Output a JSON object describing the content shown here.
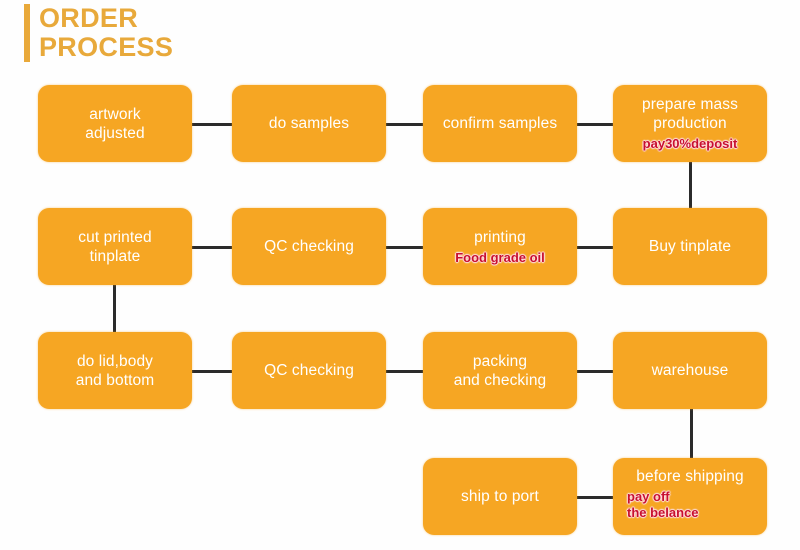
{
  "title": {
    "line1": "ORDER",
    "line2": "PROCESS"
  },
  "colors": {
    "box": "#f6a623",
    "box_text": "#ffffff",
    "note_text": "#c8102e",
    "title": "#e8a93b",
    "connector": "#2b2b2b",
    "background": "#ffffff"
  },
  "nodes": [
    {
      "id": "artwork-adjusted",
      "label": "artwork\nadjusted",
      "note": ""
    },
    {
      "id": "do-samples",
      "label": "do samples",
      "note": ""
    },
    {
      "id": "confirm-samples",
      "label": "confirm samples",
      "note": ""
    },
    {
      "id": "prepare-mass-production",
      "label": "prepare mass\nproduction",
      "note": "pay30%deposit"
    },
    {
      "id": "cut-printed-tinplate",
      "label": "cut printed\ntinplate",
      "note": ""
    },
    {
      "id": "qc-checking-1",
      "label": "QC checking",
      "note": ""
    },
    {
      "id": "printing",
      "label": "printing",
      "note": "Food grade oil"
    },
    {
      "id": "buy-tinplate",
      "label": "Buy tinplate",
      "note": ""
    },
    {
      "id": "do-lid-body-bottom",
      "label": "do lid,body\nand bottom",
      "note": ""
    },
    {
      "id": "qc-checking-2",
      "label": "QC checking",
      "note": ""
    },
    {
      "id": "packing-and-checking",
      "label": "packing\nand checking",
      "note": ""
    },
    {
      "id": "warehouse",
      "label": "warehouse",
      "note": ""
    },
    {
      "id": "ship-to-port",
      "label": "ship to port",
      "note": ""
    },
    {
      "id": "before-shipping",
      "label": "before shipping",
      "note": "pay off\nthe belance"
    }
  ]
}
